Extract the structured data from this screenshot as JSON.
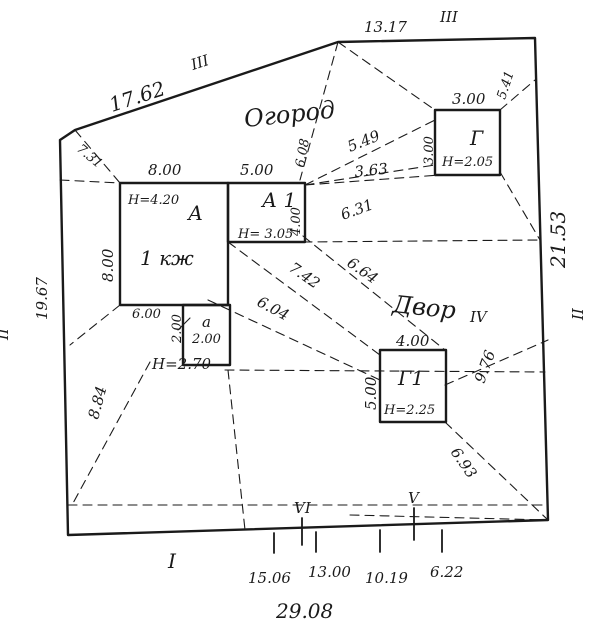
{
  "zones": {
    "garden": "Огород",
    "yard": "Двор",
    "yard_roman": "IV"
  },
  "boundary": {
    "top_left": "17.62",
    "top_left_roman": "III",
    "top_right": "13.17",
    "top_right_roman": "III",
    "corner_right": "5.41",
    "left": "19.67",
    "left_mark": "II",
    "right": "21.53",
    "right_mark": "II",
    "bottom_roman": "I",
    "bottom_total": "29.08",
    "bottom_segments": [
      "15.06",
      "13.00",
      "10.19",
      "6.22"
    ],
    "bottom_markers": [
      "VI",
      "V"
    ]
  },
  "buildings": {
    "a": {
      "label": "А",
      "usage": "1 кж",
      "height": "Н=4.20",
      "width": "8.00",
      "depth": "8.00",
      "front": "6.00"
    },
    "a1": {
      "label": "А 1",
      "height": "Н= 3.05",
      "width": "5.00",
      "depth": "4.00"
    },
    "a_porch": {
      "label": "а",
      "height": "Н=2.70",
      "width": "2.00",
      "depth": "2.00"
    },
    "g": {
      "label": "Г",
      "height": "Н=2.05",
      "width": "3.00",
      "depth": "3.00"
    },
    "g1": {
      "label": "Г1",
      "height": "Н=2.25",
      "width": "4.00",
      "depth": "5.00"
    }
  },
  "distances": {
    "corner_offset": "7.31",
    "a1_to_top": "6.08",
    "a1_to_g_1": "5.49",
    "a1_to_g_2": "3.63",
    "a1_to_g_3": "6.31",
    "a1_to_g1_1": "7.42",
    "a1_to_g1_2": "6.64",
    "a_to_g1": "6.04",
    "porch_to_left": "8.84",
    "g1_to_right": "9.76",
    "g1_to_corner": "6.93"
  }
}
